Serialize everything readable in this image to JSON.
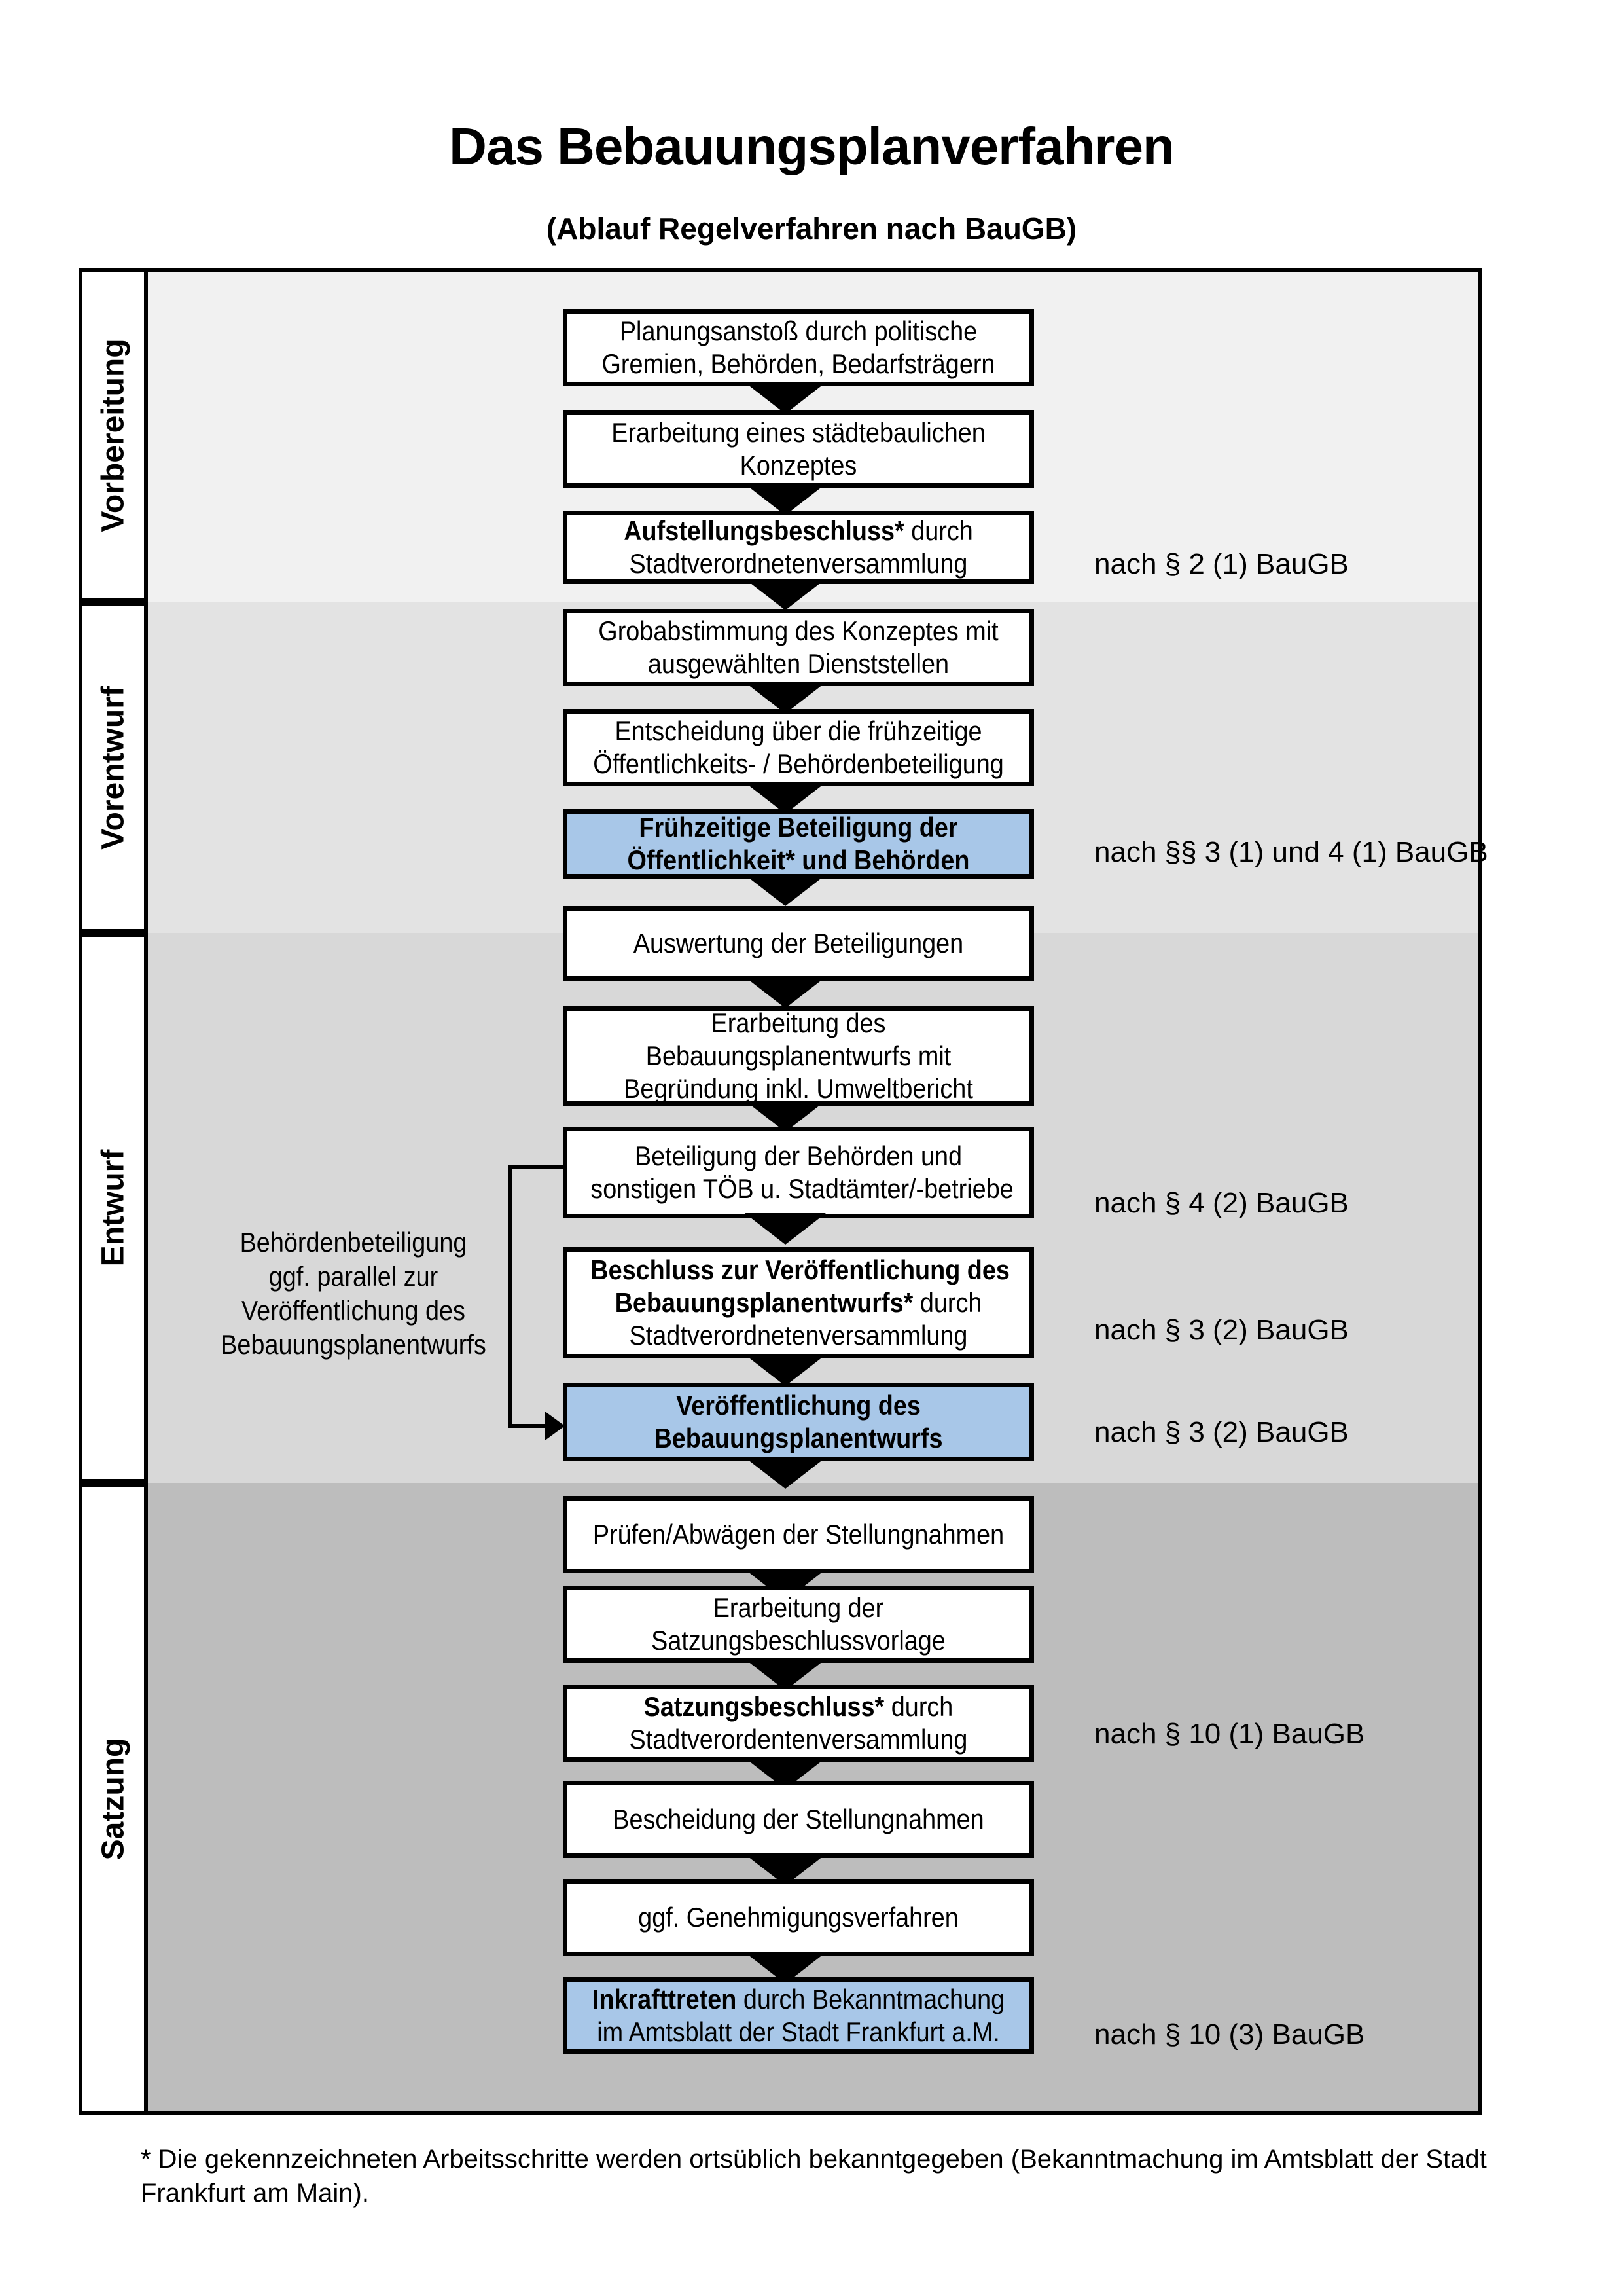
{
  "page": {
    "title": "Das Bebauungsplanverfahren",
    "subtitle": "(Ablauf Regelverfahren nach BauGB)"
  },
  "sidebar": {
    "phases": [
      {
        "label": "Vorbereitung"
      },
      {
        "label": "Vorentwurf"
      },
      {
        "label": "Entwurf"
      },
      {
        "label": "Satzung"
      }
    ]
  },
  "flow": {
    "b1": {
      "l1": "Planungsanstoß durch politische",
      "l2": "Gremien, Behörden, Bedarfsträgern"
    },
    "b2": {
      "l1": "Erarbeitung eines städtebaulichen",
      "l2": "Konzeptes"
    },
    "b3": {
      "l1_strong": "Aufstellungsbeschluss*",
      "l1_rest": " durch",
      "l2": "Stadtverordnetenversammlung"
    },
    "b4": {
      "l1": "Grobabstimmung des Konzeptes mit",
      "l2": "ausgewählten Dienststellen"
    },
    "b5": {
      "l1": "Entscheidung über die frühzeitige",
      "l2": "Öffentlichkeits- / Behördenbeteiligung"
    },
    "b6": {
      "l1": "Frühzeitige Beteiligung der",
      "l2": "Öffentlichkeit* und Behörden"
    },
    "b7": {
      "l1": "Auswertung der Beteiligungen"
    },
    "b8": {
      "l1": "Erarbeitung des",
      "l2": "Bebauungsplanentwurfs mit",
      "l3": "Begründung inkl. Umweltbericht"
    },
    "b9": {
      "l1": "Beteiligung der Behörden und",
      "l2": "sonstigen TÖB u. Stadtämter/-betriebe"
    },
    "b10": {
      "l1_strong": "Beschluss zur Veröffentlichung des",
      "l2_strong": "Bebauungsplanentwurfs*",
      "l2_rest": " durch",
      "l3": "Stadtverordnetenversammlung"
    },
    "b11": {
      "l1": "Veröffentlichung des",
      "l2": "Bebauungsplanentwurfs"
    },
    "b12": {
      "l1": "Prüfen/Abwägen der Stellungnahmen"
    },
    "b13": {
      "l1": "Erarbeitung der",
      "l2": "Satzungsbeschlussvorlage"
    },
    "b14": {
      "l1_strong": "Satzungsbeschluss*",
      "l1_rest": " durch",
      "l2": "Stadtverordentenversammlung"
    },
    "b15": {
      "l1": "Bescheidung der Stellungnahmen"
    },
    "b16": {
      "l1": "ggf. Genehmigungsverfahren"
    },
    "b17": {
      "l1_strong": "Inkrafttreten",
      "l1_rest": " durch Bekanntmachung",
      "l2": "im Amtsblatt der Stadt Frankfurt a.M."
    }
  },
  "legal": [
    "nach § 2 (1) BauGB",
    "nach §§ 3 (1) und 4 (1) BauGB",
    "nach § 4 (2) BauGB",
    "nach § 3 (2) BauGB",
    "nach § 3 (2) BauGB",
    "nach § 10 (1) BauGB",
    "nach § 10 (3) BauGB"
  ],
  "side_note": {
    "l1": "Behördenbeteiligung",
    "l2": "ggf. parallel zur",
    "l3": "Veröffentlichung des",
    "l4": "Bebauungsplanentwurfs"
  },
  "footnote": {
    "l1": "* Die gekennzeichneten Arbeitsschritte werden ortsüblich bekanntgegeben (Bekanntmachung im Amtsblatt  der Stadt",
    "l2": "Frankfurt am Main)."
  },
  "colors": {
    "highlight_blue": "#a8c7e8",
    "band_vorbereitung": "#f1f1f1",
    "band_vorentwurf": "#e3e3e3",
    "band_entwurf": "#d8d8d8",
    "band_satzung": "#bdbdbd"
  }
}
